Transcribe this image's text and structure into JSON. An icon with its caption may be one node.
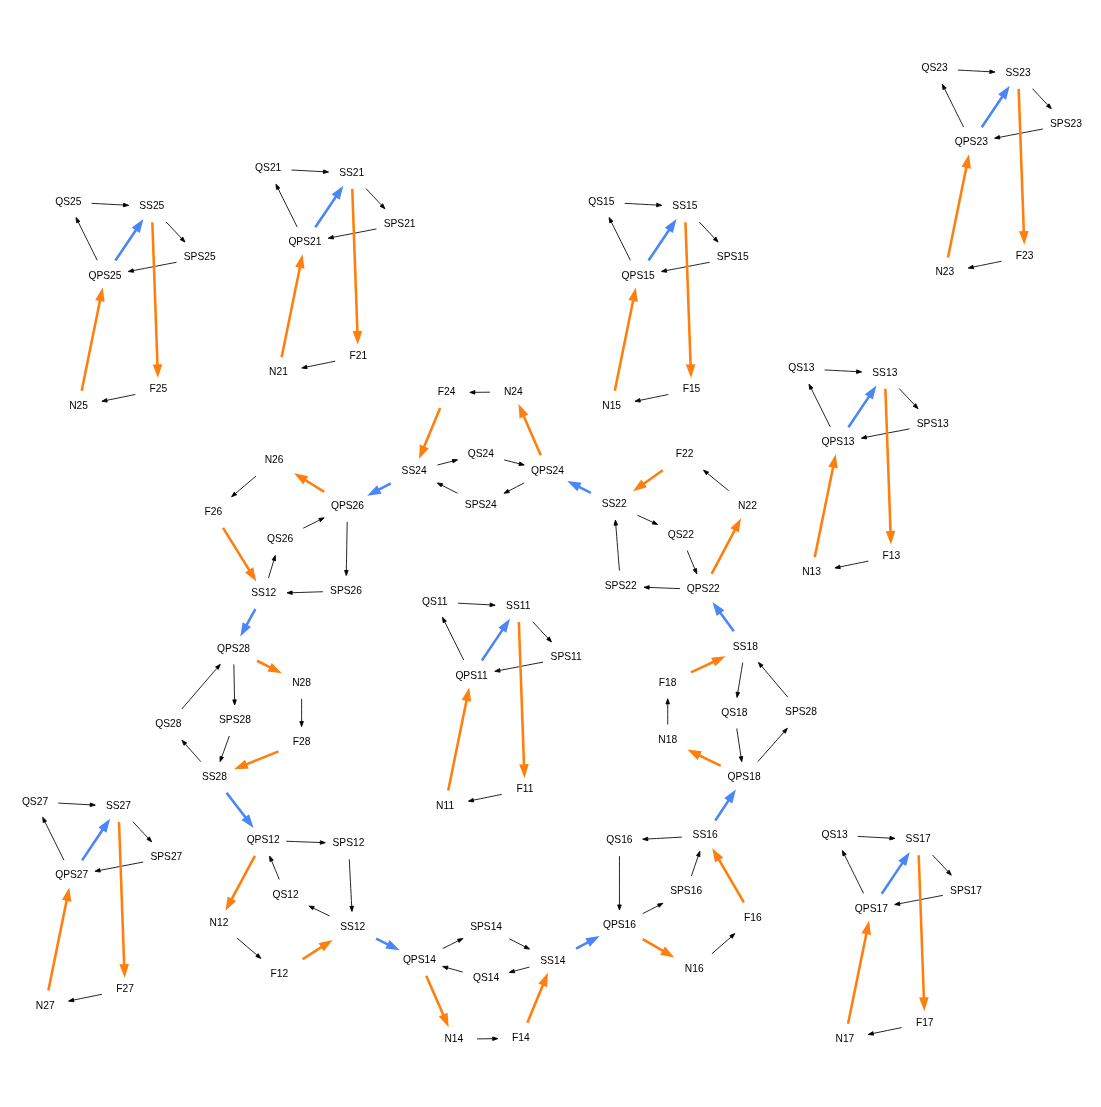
{
  "diagram": {
    "nodes": [
      {
        "text": [
          "N11"
        ]
      },
      {
        "text": [
          "F11"
        ]
      },
      {
        "text": [
          "QPS11"
        ]
      },
      {
        "text": [
          "QS11"
        ]
      },
      {
        "text": [
          "SPS11"
        ]
      },
      {
        "text": [
          "SS11"
        ]
      },
      {
        "text": [
          "N12"
        ]
      },
      {
        "text": [
          "F12"
        ]
      },
      {
        "text": [
          "QPS12"
        ]
      },
      {
        "text": [
          "QS12"
        ]
      },
      {
        "text": [
          "SPS12"
        ]
      },
      {
        "text": [
          "SS12"
        ]
      },
      {
        "text": [
          "N13"
        ]
      },
      {
        "text": [
          "F13"
        ]
      },
      {
        "text": [
          "QPS13"
        ]
      },
      {
        "text": [
          "QS13"
        ]
      },
      {
        "text": [
          "SPS13"
        ]
      },
      {
        "text": [
          "SS13"
        ]
      },
      {
        "text": [
          "N14"
        ]
      },
      {
        "text": [
          "F14"
        ]
      },
      {
        "text": [
          "QPS14"
        ]
      },
      {
        "text": [
          "QS14"
        ]
      },
      {
        "text": [
          "SPS14"
        ]
      },
      {
        "text": [
          "SS14"
        ]
      },
      {
        "text": [
          "N15"
        ]
      },
      {
        "text": [
          "F15"
        ]
      },
      {
        "text": [
          "QPS15"
        ]
      },
      {
        "text": [
          "QS15"
        ]
      },
      {
        "text": [
          "SPS15"
        ]
      },
      {
        "text": [
          "SS15"
        ]
      },
      {
        "text": [
          "N16"
        ]
      },
      {
        "text": [
          "F16"
        ]
      },
      {
        "text": [
          "QPS16"
        ]
      },
      {
        "text": [
          "QS16"
        ]
      },
      {
        "text": [
          "SPS16"
        ]
      },
      {
        "text": [
          "SS16"
        ]
      },
      {
        "text": [
          "N17"
        ]
      },
      {
        "text": [
          "F17"
        ]
      },
      {
        "text": [
          "QPS17"
        ]
      },
      {
        "text": [
          "QS13"
        ]
      },
      {
        "text": [
          "SPS17"
        ]
      },
      {
        "text": [
          "SS17"
        ]
      },
      {
        "text": [
          "N18"
        ]
      },
      {
        "text": [
          "F18"
        ]
      },
      {
        "text": [
          "QPS18"
        ]
      },
      {
        "text": [
          "QS18"
        ]
      },
      {
        "text": [
          "SPS28"
        ]
      },
      {
        "text": [
          "SS18"
        ]
      },
      {
        "text": [
          "N21"
        ]
      },
      {
        "text": [
          "F21"
        ]
      },
      {
        "text": [
          "QPS21"
        ]
      },
      {
        "text": [
          "QS21"
        ]
      },
      {
        "text": [
          "SPS21"
        ]
      },
      {
        "text": [
          "SS21"
        ]
      },
      {
        "text": [
          "N22"
        ]
      },
      {
        "text": [
          "F22"
        ]
      },
      {
        "text": [
          "QPS22"
        ]
      },
      {
        "text": [
          "QS22"
        ]
      },
      {
        "text": [
          "SPS22"
        ]
      },
      {
        "text": [
          "SS22"
        ]
      },
      {
        "text": [
          "N23"
        ]
      },
      {
        "text": [
          "F23"
        ]
      },
      {
        "text": [
          "QPS23"
        ]
      },
      {
        "text": [
          "QS23"
        ]
      },
      {
        "text": [
          "SPS23"
        ]
      },
      {
        "text": [
          "SS23"
        ]
      },
      {
        "text": [
          "N24"
        ]
      },
      {
        "text": [
          "F24"
        ]
      },
      {
        "text": [
          "QPS24"
        ]
      },
      {
        "text": [
          "QS24"
        ]
      },
      {
        "text": [
          "SPS24"
        ]
      },
      {
        "text": [
          "SS24"
        ]
      },
      {
        "text": [
          "N25"
        ]
      },
      {
        "text": [
          "F25"
        ]
      },
      {
        "text": [
          "QPS25"
        ]
      },
      {
        "text": [
          "QS25"
        ]
      },
      {
        "text": [
          "SPS25"
        ]
      },
      {
        "text": [
          "SS25"
        ]
      },
      {
        "text": [
          "N26"
        ]
      },
      {
        "text": [
          "F26"
        ]
      },
      {
        "text": [
          "QPS26"
        ]
      },
      {
        "text": [
          "QS26"
        ]
      },
      {
        "text": [
          "SPS26"
        ]
      },
      {
        "text": [
          "SS12"
        ]
      },
      {
        "text": [
          "N27"
        ]
      },
      {
        "text": [
          "F27"
        ]
      },
      {
        "text": [
          "QPS27"
        ]
      },
      {
        "text": [
          "QS27"
        ]
      },
      {
        "text": [
          "SPS27"
        ]
      },
      {
        "text": [
          "SS27"
        ]
      },
      {
        "text": [
          "N28"
        ]
      },
      {
        "text": [
          "F28"
        ]
      },
      {
        "text": [
          "QPS28"
        ]
      },
      {
        "text": [
          "QS28"
        ]
      },
      {
        "text": [
          "SPS28"
        ]
      },
      {
        "text": [
          "SS28"
        ]
      }
    ],
    "edges": [
      {
        "from": 1,
        "to": 0,
        "arrow": "to"
      },
      {
        "from": 0,
        "to": 2,
        "arrow": "to",
        "style": "thick",
        "color": "#ff7f0e"
      },
      {
        "from": 5,
        "to": 1,
        "arrow": "to",
        "style": "thick",
        "color": "#ff7f0e"
      },
      {
        "from": 2,
        "to": 3,
        "arrow": "to"
      },
      {
        "from": 3,
        "to": 5,
        "arrow": "to"
      },
      {
        "from": 5,
        "to": 4,
        "arrow": "to"
      },
      {
        "from": 4,
        "to": 2,
        "arrow": "to"
      },
      {
        "from": 2,
        "to": 5,
        "arrow": "to",
        "style": "thick",
        "color": "#4a86f7"
      },
      {
        "from": 6,
        "to": 7,
        "arrow": "to"
      },
      {
        "from": 8,
        "to": 6,
        "arrow": "to",
        "style": "thick",
        "color": "#ff7f0e"
      },
      {
        "from": 7,
        "to": 11,
        "arrow": "to",
        "style": "thick",
        "color": "#ff7f0e"
      },
      {
        "from": 8,
        "to": 10,
        "arrow": "to"
      },
      {
        "from": 10,
        "to": 11,
        "arrow": "to"
      },
      {
        "from": 11,
        "to": 9,
        "arrow": "to"
      },
      {
        "from": 9,
        "to": 8,
        "arrow": "to"
      },
      {
        "from": 95,
        "to": 8,
        "arrow": "to",
        "style": "thick",
        "color": "#4a86f7"
      },
      {
        "from": 13,
        "to": 12,
        "arrow": "to"
      },
      {
        "from": 12,
        "to": 14,
        "arrow": "to",
        "style": "thick",
        "color": "#ff7f0e"
      },
      {
        "from": 17,
        "to": 13,
        "arrow": "to",
        "style": "thick",
        "color": "#ff7f0e"
      },
      {
        "from": 14,
        "to": 15,
        "arrow": "to"
      },
      {
        "from": 15,
        "to": 17,
        "arrow": "to"
      },
      {
        "from": 17,
        "to": 16,
        "arrow": "to"
      },
      {
        "from": 16,
        "to": 14,
        "arrow": "to"
      },
      {
        "from": 14,
        "to": 17,
        "arrow": "to",
        "style": "thick",
        "color": "#4a86f7"
      },
      {
        "from": 18,
        "to": 19,
        "arrow": "to"
      },
      {
        "from": 20,
        "to": 18,
        "arrow": "to",
        "style": "thick",
        "color": "#ff7f0e"
      },
      {
        "from": 19,
        "to": 23,
        "arrow": "to",
        "style": "thick",
        "color": "#ff7f0e"
      },
      {
        "from": 20,
        "to": 22,
        "arrow": "to"
      },
      {
        "from": 22,
        "to": 23,
        "arrow": "to"
      },
      {
        "from": 23,
        "to": 21,
        "arrow": "to"
      },
      {
        "from": 21,
        "to": 20,
        "arrow": "to"
      },
      {
        "from": 11,
        "to": 20,
        "arrow": "to",
        "style": "thick",
        "color": "#4a86f7"
      },
      {
        "from": 25,
        "to": 24,
        "arrow": "to"
      },
      {
        "from": 24,
        "to": 26,
        "arrow": "to",
        "style": "thick",
        "color": "#ff7f0e"
      },
      {
        "from": 29,
        "to": 25,
        "arrow": "to",
        "style": "thick",
        "color": "#ff7f0e"
      },
      {
        "from": 26,
        "to": 27,
        "arrow": "to"
      },
      {
        "from": 27,
        "to": 29,
        "arrow": "to"
      },
      {
        "from": 29,
        "to": 28,
        "arrow": "to"
      },
      {
        "from": 28,
        "to": 26,
        "arrow": "to"
      },
      {
        "from": 26,
        "to": 29,
        "arrow": "to",
        "style": "thick",
        "color": "#4a86f7"
      },
      {
        "from": 30,
        "to": 31,
        "arrow": "to"
      },
      {
        "from": 32,
        "to": 30,
        "arrow": "to",
        "style": "thick",
        "color": "#ff7f0e"
      },
      {
        "from": 31,
        "to": 35,
        "arrow": "to",
        "style": "thick",
        "color": "#ff7f0e"
      },
      {
        "from": 32,
        "to": 34,
        "arrow": "to"
      },
      {
        "from": 34,
        "to": 35,
        "arrow": "to"
      },
      {
        "from": 35,
        "to": 33,
        "arrow": "to"
      },
      {
        "from": 33,
        "to": 32,
        "arrow": "to"
      },
      {
        "from": 23,
        "to": 32,
        "arrow": "to",
        "style": "thick",
        "color": "#4a86f7"
      },
      {
        "from": 37,
        "to": 36,
        "arrow": "to"
      },
      {
        "from": 36,
        "to": 38,
        "arrow": "to",
        "style": "thick",
        "color": "#ff7f0e"
      },
      {
        "from": 41,
        "to": 37,
        "arrow": "to",
        "style": "thick",
        "color": "#ff7f0e"
      },
      {
        "from": 38,
        "to": 39,
        "arrow": "to"
      },
      {
        "from": 39,
        "to": 41,
        "arrow": "to"
      },
      {
        "from": 41,
        "to": 40,
        "arrow": "to"
      },
      {
        "from": 40,
        "to": 38,
        "arrow": "to"
      },
      {
        "from": 38,
        "to": 41,
        "arrow": "to",
        "style": "thick",
        "color": "#4a86f7"
      },
      {
        "from": 42,
        "to": 43,
        "arrow": "to"
      },
      {
        "from": 44,
        "to": 42,
        "arrow": "to",
        "style": "thick",
        "color": "#ff7f0e"
      },
      {
        "from": 43,
        "to": 47,
        "arrow": "to",
        "style": "thick",
        "color": "#ff7f0e"
      },
      {
        "from": 44,
        "to": 46,
        "arrow": "to"
      },
      {
        "from": 46,
        "to": 47,
        "arrow": "to"
      },
      {
        "from": 47,
        "to": 45,
        "arrow": "to"
      },
      {
        "from": 45,
        "to": 44,
        "arrow": "to"
      },
      {
        "from": 35,
        "to": 44,
        "arrow": "to",
        "style": "thick",
        "color": "#4a86f7"
      },
      {
        "from": 49,
        "to": 48,
        "arrow": "to"
      },
      {
        "from": 48,
        "to": 50,
        "arrow": "to",
        "style": "thick",
        "color": "#ff7f0e"
      },
      {
        "from": 53,
        "to": 49,
        "arrow": "to",
        "style": "thick",
        "color": "#ff7f0e"
      },
      {
        "from": 50,
        "to": 51,
        "arrow": "to"
      },
      {
        "from": 51,
        "to": 53,
        "arrow": "to"
      },
      {
        "from": 53,
        "to": 52,
        "arrow": "to"
      },
      {
        "from": 52,
        "to": 50,
        "arrow": "to"
      },
      {
        "from": 50,
        "to": 53,
        "arrow": "to",
        "style": "thick",
        "color": "#4a86f7"
      },
      {
        "from": 54,
        "to": 55,
        "arrow": "to"
      },
      {
        "from": 56,
        "to": 54,
        "arrow": "to",
        "style": "thick",
        "color": "#ff7f0e"
      },
      {
        "from": 55,
        "to": 59,
        "arrow": "to",
        "style": "thick",
        "color": "#ff7f0e"
      },
      {
        "from": 56,
        "to": 58,
        "arrow": "to"
      },
      {
        "from": 58,
        "to": 59,
        "arrow": "to"
      },
      {
        "from": 59,
        "to": 57,
        "arrow": "to"
      },
      {
        "from": 57,
        "to": 56,
        "arrow": "to"
      },
      {
        "from": 47,
        "to": 56,
        "arrow": "to",
        "style": "thick",
        "color": "#4a86f7"
      },
      {
        "from": 61,
        "to": 60,
        "arrow": "to"
      },
      {
        "from": 60,
        "to": 62,
        "arrow": "to",
        "style": "thick",
        "color": "#ff7f0e"
      },
      {
        "from": 65,
        "to": 61,
        "arrow": "to",
        "style": "thick",
        "color": "#ff7f0e"
      },
      {
        "from": 62,
        "to": 63,
        "arrow": "to"
      },
      {
        "from": 63,
        "to": 65,
        "arrow": "to"
      },
      {
        "from": 65,
        "to": 64,
        "arrow": "to"
      },
      {
        "from": 64,
        "to": 62,
        "arrow": "to"
      },
      {
        "from": 62,
        "to": 65,
        "arrow": "to",
        "style": "thick",
        "color": "#4a86f7"
      },
      {
        "from": 66,
        "to": 67,
        "arrow": "to"
      },
      {
        "from": 68,
        "to": 66,
        "arrow": "to",
        "style": "thick",
        "color": "#ff7f0e"
      },
      {
        "from": 67,
        "to": 71,
        "arrow": "to",
        "style": "thick",
        "color": "#ff7f0e"
      },
      {
        "from": 68,
        "to": 70,
        "arrow": "to"
      },
      {
        "from": 70,
        "to": 71,
        "arrow": "to"
      },
      {
        "from": 71,
        "to": 69,
        "arrow": "to"
      },
      {
        "from": 69,
        "to": 68,
        "arrow": "to"
      },
      {
        "from": 59,
        "to": 68,
        "arrow": "to",
        "style": "thick",
        "color": "#4a86f7"
      },
      {
        "from": 73,
        "to": 72,
        "arrow": "to"
      },
      {
        "from": 72,
        "to": 74,
        "arrow": "to",
        "style": "thick",
        "color": "#ff7f0e"
      },
      {
        "from": 77,
        "to": 73,
        "arrow": "to",
        "style": "thick",
        "color": "#ff7f0e"
      },
      {
        "from": 74,
        "to": 75,
        "arrow": "to"
      },
      {
        "from": 75,
        "to": 77,
        "arrow": "to"
      },
      {
        "from": 77,
        "to": 76,
        "arrow": "to"
      },
      {
        "from": 76,
        "to": 74,
        "arrow": "to"
      },
      {
        "from": 74,
        "to": 77,
        "arrow": "to",
        "style": "thick",
        "color": "#4a86f7"
      },
      {
        "from": 78,
        "to": 79,
        "arrow": "to"
      },
      {
        "from": 80,
        "to": 78,
        "arrow": "to",
        "style": "thick",
        "color": "#ff7f0e"
      },
      {
        "from": 79,
        "to": 83,
        "arrow": "to",
        "style": "thick",
        "color": "#ff7f0e"
      },
      {
        "from": 80,
        "to": 82,
        "arrow": "to"
      },
      {
        "from": 82,
        "to": 83,
        "arrow": "to"
      },
      {
        "from": 83,
        "to": 81,
        "arrow": "to"
      },
      {
        "from": 81,
        "to": 80,
        "arrow": "to"
      },
      {
        "from": 71,
        "to": 80,
        "arrow": "to",
        "style": "thick",
        "color": "#4a86f7"
      },
      {
        "from": 85,
        "to": 84,
        "arrow": "to"
      },
      {
        "from": 84,
        "to": 86,
        "arrow": "to",
        "style": "thick",
        "color": "#ff7f0e"
      },
      {
        "from": 89,
        "to": 85,
        "arrow": "to",
        "style": "thick",
        "color": "#ff7f0e"
      },
      {
        "from": 86,
        "to": 87,
        "arrow": "to"
      },
      {
        "from": 87,
        "to": 89,
        "arrow": "to"
      },
      {
        "from": 89,
        "to": 88,
        "arrow": "to"
      },
      {
        "from": 88,
        "to": 86,
        "arrow": "to"
      },
      {
        "from": 86,
        "to": 89,
        "arrow": "to",
        "style": "thick",
        "color": "#4a86f7"
      },
      {
        "from": 90,
        "to": 91,
        "arrow": "to"
      },
      {
        "from": 92,
        "to": 90,
        "arrow": "to",
        "style": "thick",
        "color": "#ff7f0e"
      },
      {
        "from": 91,
        "to": 95,
        "arrow": "to",
        "style": "thick",
        "color": "#ff7f0e"
      },
      {
        "from": 92,
        "to": 94,
        "arrow": "to"
      },
      {
        "from": 94,
        "to": 95,
        "arrow": "to"
      },
      {
        "from": 95,
        "to": 93,
        "arrow": "to"
      },
      {
        "from": 93,
        "to": 92,
        "arrow": "to"
      },
      {
        "from": 83,
        "to": 92,
        "arrow": "to",
        "style": "thick",
        "color": "#4a86f7"
      }
    ]
  }
}
